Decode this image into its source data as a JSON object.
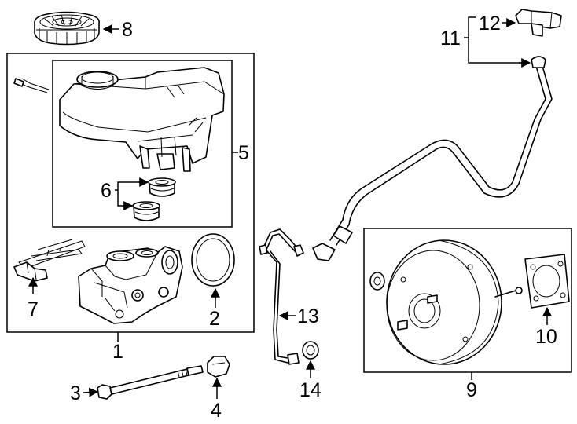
{
  "callouts": {
    "c1": "1",
    "c2": "2",
    "c3": "3",
    "c4": "4",
    "c5": "5",
    "c6": "6",
    "c7": "7",
    "c8": "8",
    "c9": "9",
    "c10": "10",
    "c11": "11",
    "c12": "12",
    "c13": "13",
    "c14": "14"
  },
  "parts": {
    "p1": "master-cylinder-assembly",
    "p2": "seal-ring",
    "p3": "mounting-bolt",
    "p4": "hex-nut",
    "p5": "fluid-reservoir",
    "p6": "reservoir-grommets",
    "p7": "level-sensor",
    "p8": "reservoir-cap",
    "p9": "brake-booster",
    "p10": "booster-gasket",
    "p11": "vacuum-hose",
    "p12": "check-valve",
    "p13": "brake-line",
    "p14": "o-ring"
  }
}
